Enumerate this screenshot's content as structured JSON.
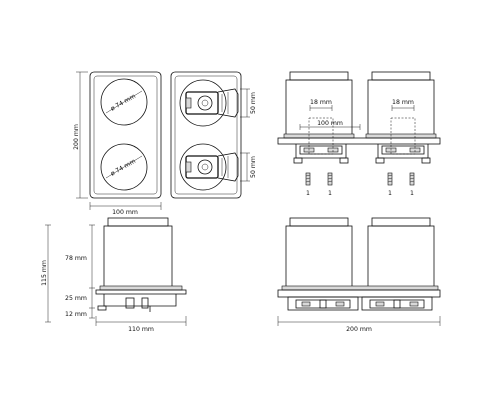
{
  "labels": {
    "top_left_height": "200 mm",
    "top_left_width": "100 mm",
    "circle_top": "ø 74 mm",
    "circle_bottom": "ø 74 mm",
    "bracket_top": "50 mm",
    "bracket_bottom": "50 mm",
    "screw_spacing_left": "18 mm",
    "screw_spacing_right": "18 mm",
    "center_width": "100 mm",
    "screw_num_1": "1",
    "screw_num_2": "1",
    "screw_num_3": "1",
    "screw_num_4": "1",
    "side_total": "115 mm",
    "side_top": "78 mm",
    "side_mid": "25 mm",
    "side_bottom": "12 mm",
    "side_width": "110 mm",
    "front_width": "200 mm"
  }
}
